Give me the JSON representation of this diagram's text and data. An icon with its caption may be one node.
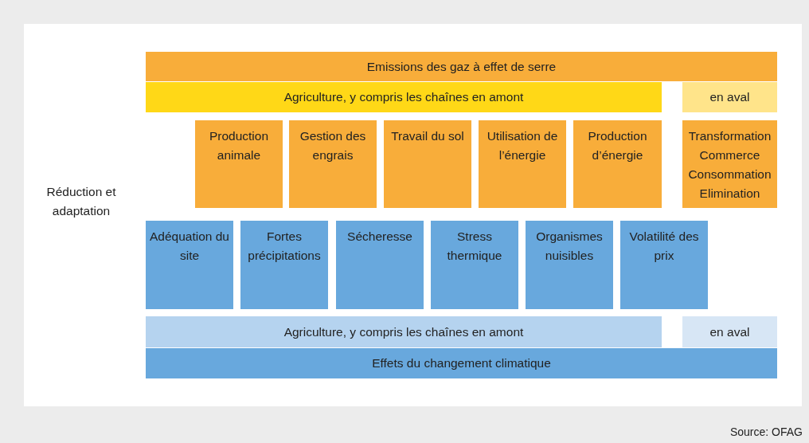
{
  "diagram": {
    "nodes": [
      {
        "text": [
          "Emissions des gaz à effet de serre"
        ]
      },
      {
        "text": [
          "Agriculture, y compris les chaînes en amont"
        ]
      },
      {
        "text": [
          "en aval"
        ]
      },
      {
        "text": [
          "Production animale"
        ]
      },
      {
        "text": [
          "Gestion des engrais"
        ]
      },
      {
        "text": [
          "Travail du sol"
        ]
      },
      {
        "text": [
          "Utilisation de l’énergie"
        ]
      },
      {
        "text": [
          "Production d’énergie"
        ]
      },
      {
        "text": [
          "Transformation Commerce Consommation Elimination"
        ]
      },
      {
        "text": [
          "Adéquation du site"
        ]
      },
      {
        "text": [
          "Fortes précipitations"
        ]
      },
      {
        "text": [
          "Sécheresse"
        ]
      },
      {
        "text": [
          "Stress thermique"
        ]
      },
      {
        "text": [
          "Organismes nuisibles"
        ]
      },
      {
        "text": [
          "Volatilité des prix"
        ]
      },
      {
        "text": [
          "Agriculture, y compris les chaînes en amont"
        ]
      },
      {
        "text": [
          "en aval"
        ]
      },
      {
        "text": [
          "Effets du changement climatique"
        ]
      }
    ],
    "labels": [
      "Réduction et adaptation",
      "Source: OFAG"
    ]
  }
}
